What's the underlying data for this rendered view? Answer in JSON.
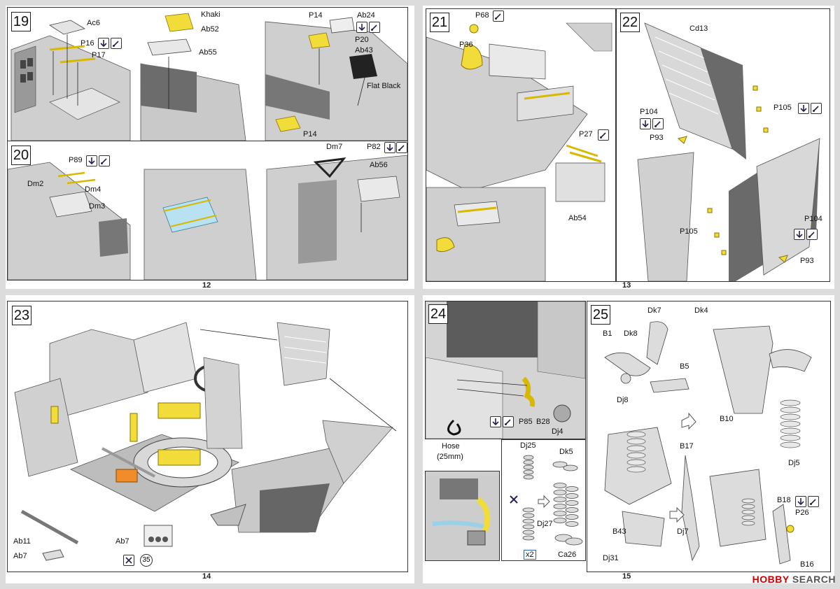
{
  "pages": {
    "left_top": "12",
    "right_top": "13",
    "left_bottom": "14",
    "right_bottom": "15"
  },
  "steps": {
    "s19": {
      "num": "19",
      "ac6": "Ac6",
      "p16": "P16",
      "p17": "P17",
      "khaki": "Khaki",
      "ab52": "Ab52",
      "ab55": "Ab55",
      "p14a": "P14",
      "ab24": "Ab24",
      "p20": "P20",
      "ab43": "Ab43",
      "flat_black": "Flat Black",
      "p14b": "P14"
    },
    "s20": {
      "num": "20",
      "p89": "P89",
      "dm2": "Dm2",
      "dm4": "Dm4",
      "dm3": "Dm3",
      "dm7": "Dm7",
      "p82": "P82",
      "ab56": "Ab56"
    },
    "s21": {
      "num": "21",
      "p68": "P68",
      "p36": "P36",
      "p27": "P27",
      "ab54": "Ab54"
    },
    "s22": {
      "num": "22",
      "cd13": "Cd13",
      "p104a": "P104",
      "p105a": "P105",
      "p93a": "P93",
      "p105b": "P105",
      "p104b": "P104",
      "p93b": "P93"
    },
    "s23": {
      "num": "23",
      "ab11": "Ab11",
      "ab7a": "Ab7",
      "ab7b": "Ab7",
      "qty": "35"
    },
    "s24": {
      "num": "24",
      "p85": "P85",
      "b28": "B28",
      "dj4": "Dj4",
      "hose": "Hose",
      "hose_len": "(25mm)",
      "dj25": "Dj25",
      "dk5": "Dk5",
      "dj27": "Dj27",
      "x2": "x2",
      "ca26": "Ca26"
    },
    "s25": {
      "num": "25",
      "dk7": "Dk7",
      "b1": "B1",
      "dk8": "Dk8",
      "b5": "B5",
      "dj8": "Dj8",
      "dk4": "Dk4",
      "b10": "B10",
      "dj5": "Dj5",
      "b17": "B17",
      "b18": "B18",
      "p26": "P26",
      "b43": "B43",
      "dj7": "Dj7",
      "dj31": "Dj31",
      "b16": "B16"
    }
  },
  "watermark": {
    "brand": "HOBBY",
    "suffix": " SEARCH"
  },
  "colors": {
    "part_yellow": "#f2dc3a",
    "hull_grey": "#c9c9c9",
    "hull_dark": "#6c6c6c",
    "glass_blue": "#b8e2f2",
    "orange": "#f08c2a"
  },
  "icons": [
    "bend-down-icon",
    "glue-icon",
    "crossed-tools-icon"
  ]
}
